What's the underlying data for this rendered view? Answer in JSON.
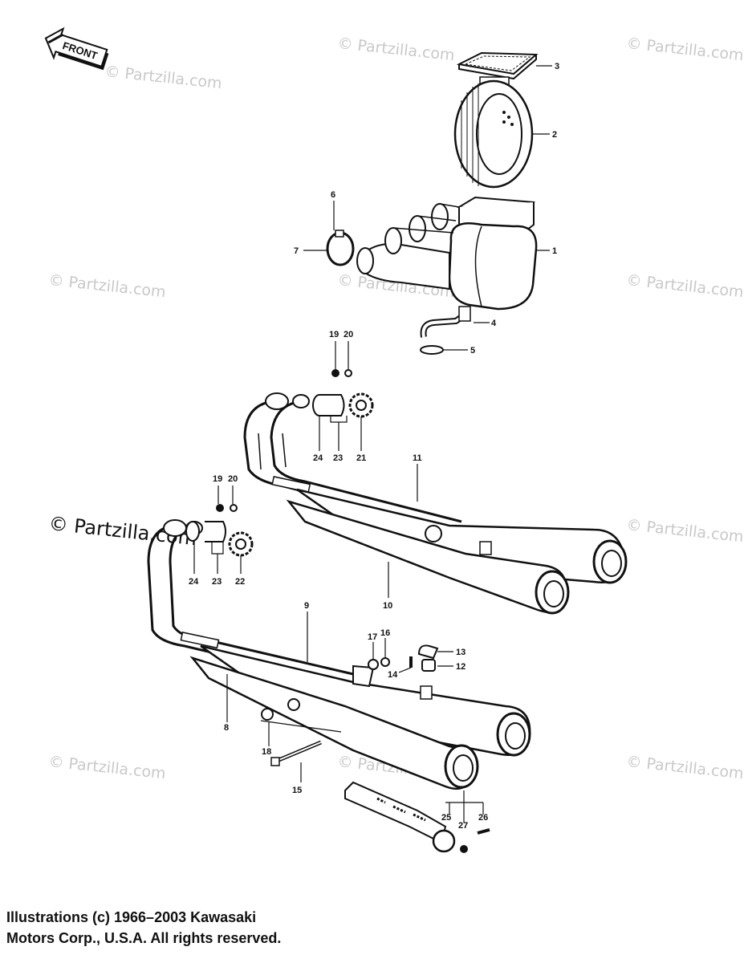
{
  "front_arrow": {
    "label": "FRONT"
  },
  "watermarks": {
    "text": "© Partzilla.com",
    "strong_text": "© Partzilla.com"
  },
  "callouts": {
    "c1": "1",
    "c2": "2",
    "c3": "3",
    "c4": "4",
    "c5": "5",
    "c6": "6",
    "c7": "7",
    "c8": "8",
    "c9": "9",
    "c10": "10",
    "c11": "11",
    "c12": "12",
    "c13": "13",
    "c14": "14",
    "c15": "15",
    "c16": "16",
    "c17": "17",
    "c18": "18",
    "c19a": "19",
    "c20a": "20",
    "c19b": "19",
    "c20b": "20",
    "c21": "21",
    "c22": "22",
    "c23a": "23",
    "c23b": "23",
    "c24a": "24",
    "c24b": "24",
    "c25": "25",
    "c26": "26",
    "c27": "27"
  },
  "copyright": {
    "line1": "Illustrations (c) 1966–2003 Kawasaki",
    "line2": "Motors Corp., U.S.A.  All rights reserved."
  }
}
